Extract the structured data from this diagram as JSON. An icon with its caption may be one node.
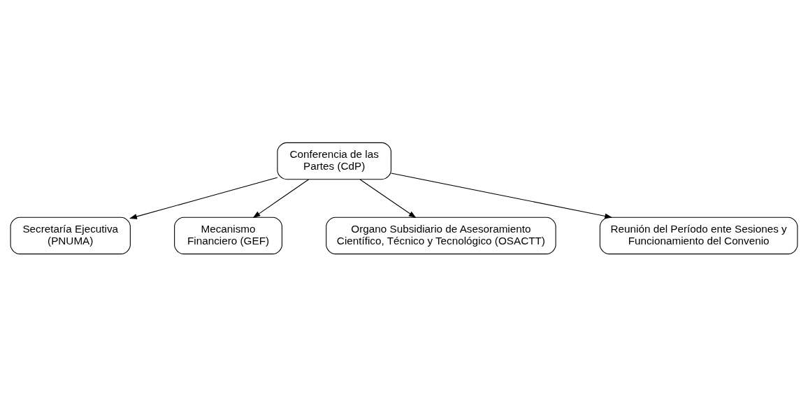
{
  "diagram": {
    "nodes": [
      {
        "text": [
          "Conferencia de las Partes (CdP)"
        ]
      },
      {
        "text": [
          "Secretaría Ejecutiva (PNUMA)"
        ]
      },
      {
        "text": [
          "Mecanismo Financiero (GEF)"
        ]
      },
      {
        "text": [
          "Organo Subsidiario de Asesoramiento Científico, Técnico y Tecnológico (OSACTT)"
        ]
      },
      {
        "text": [
          "Reunión del Período ente Sesiones y Funcionamiento del Convenio"
        ]
      }
    ],
    "edges": [
      {
        "from": 0,
        "to": 2,
        "arrow": "to"
      },
      {
        "from": 0,
        "to": 1,
        "arrow": "to"
      },
      {
        "from": 0,
        "to": 3,
        "arrow": "to"
      },
      {
        "from": 0,
        "to": 4,
        "arrow": "to"
      }
    ]
  }
}
